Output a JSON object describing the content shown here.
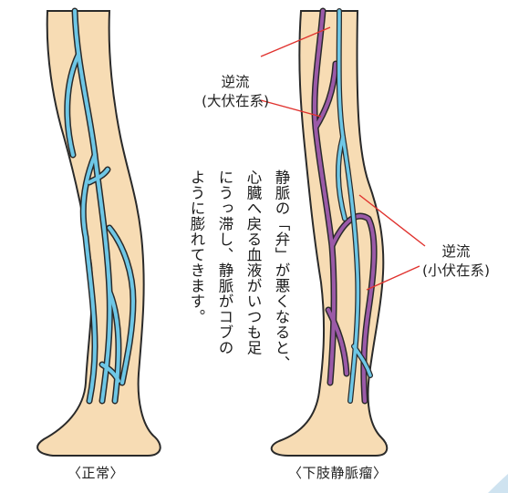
{
  "captions": {
    "normal": "〈正常〉",
    "varicose": "〈下肢静脈瘤〉"
  },
  "description_lines": [
    "静脈の「弁」が悪くなると、",
    "心臓へ戻る血液がいつも足",
    "にうっ滞し、静脈がコブの",
    "ように膨れてきます。"
  ],
  "callouts": {
    "great_saphenous": {
      "line1": "逆流",
      "line2": "(大伏在系)"
    },
    "small_saphenous": {
      "line1": "逆流",
      "line2": "(小伏在系)"
    }
  },
  "colors": {
    "skin": "#f7dcb4",
    "outline": "#2a2a2a",
    "vein_normal": "#6ec7e6",
    "vein_reflux": "#9b5aa8",
    "callout_line": "#e0322e",
    "corner_accent": "#cfe3f0"
  }
}
